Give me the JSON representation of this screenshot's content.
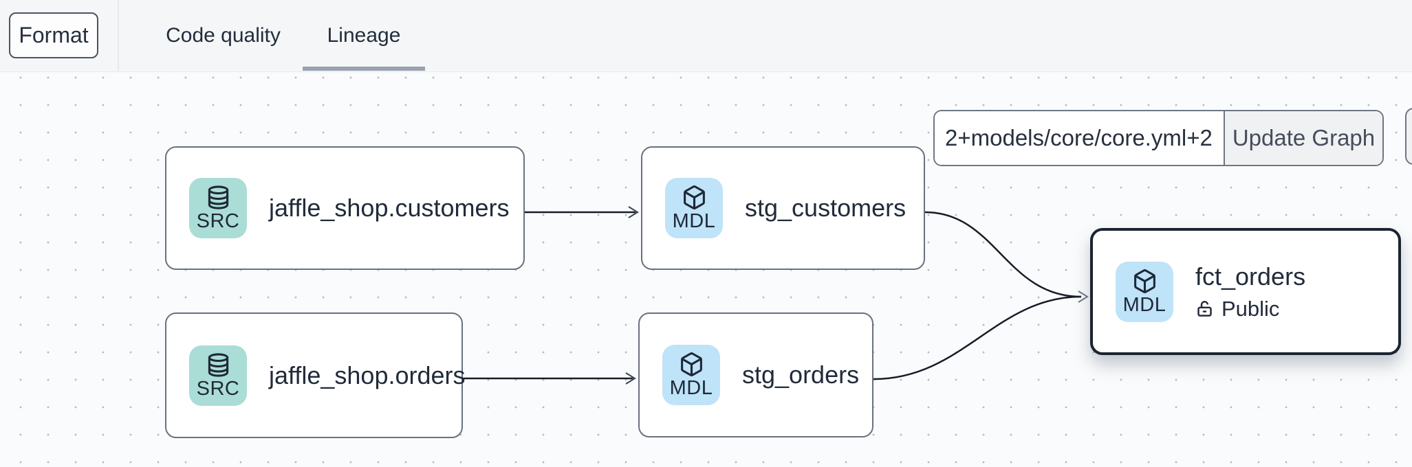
{
  "toolbar": {
    "format_label": "Format"
  },
  "tabs": [
    {
      "label": "Code quality",
      "active": false
    },
    {
      "label": "Lineage",
      "active": true
    }
  ],
  "selector": {
    "value": "2+models/core/core.yml+2",
    "button_label": "Update Graph"
  },
  "nodes": [
    {
      "badge": "SRC",
      "icon": "database",
      "title": "jaffle_shop.customers"
    },
    {
      "badge": "SRC",
      "icon": "database",
      "title": "jaffle_shop.orders"
    },
    {
      "badge": "MDL",
      "icon": "cube",
      "title": "stg_customers"
    },
    {
      "badge": "MDL",
      "icon": "cube",
      "title": "stg_orders"
    },
    {
      "badge": "MDL",
      "icon": "cube",
      "title": "fct_orders",
      "access": "Public",
      "selected": true
    }
  ],
  "colors": {
    "source_badge": "#aaddd6",
    "model_badge": "#bfe3f8",
    "node_border": "#68717f",
    "selected_border": "#1b2431",
    "edge": "#171d28",
    "tab_underline": "#99a2af",
    "canvas_dot": "#b4bac4"
  }
}
